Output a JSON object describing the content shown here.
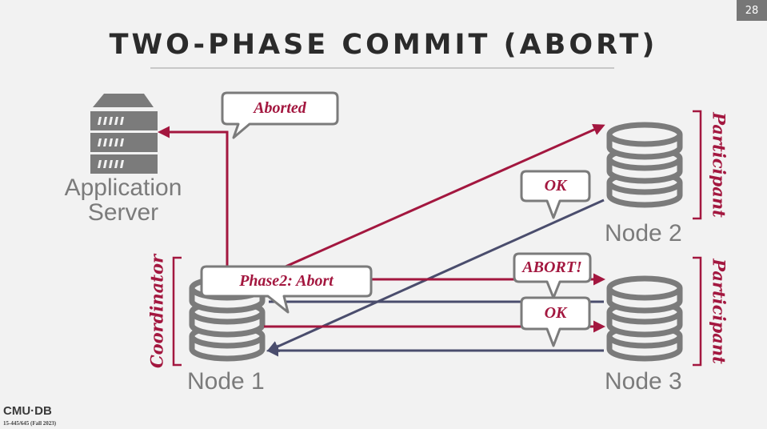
{
  "slide": {
    "page_number": "28",
    "title": "TWO-PHASE COMMIT (ABORT)"
  },
  "labels": {
    "app_server_line1": "Application",
    "app_server_line2": "Server",
    "node1": "Node 1",
    "node2": "Node 2",
    "node3": "Node 3"
  },
  "roles": {
    "coordinator": "Coordinator",
    "participant_node2": "Participant",
    "participant_node3": "Participant"
  },
  "bubbles": {
    "aborted": "Aborted",
    "phase2": "Phase2: Abort",
    "ok_node2": "OK",
    "abort_node3": "ABORT!",
    "ok_node3": "OK"
  },
  "footer": {
    "logo": "CMU·DB",
    "course": "15-445/645 (Fall 2023)"
  },
  "colors": {
    "accent": "#a3173f",
    "reply_arrow": "#4a4d6d",
    "icon_gray": "#7b7b7b"
  },
  "icons": {
    "server": "server-rack-icon",
    "database": "database-cylinder-icon"
  }
}
